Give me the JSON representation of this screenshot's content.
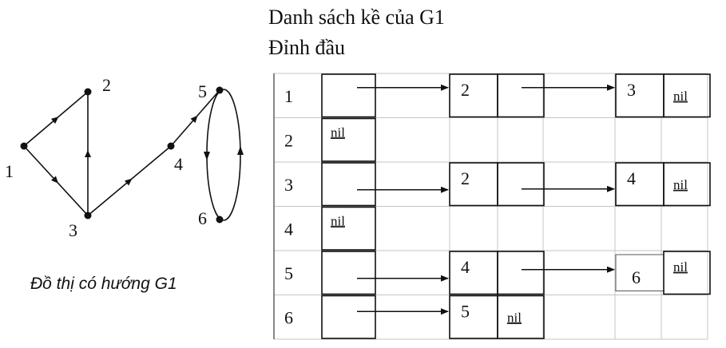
{
  "heading": {
    "line1": "Danh sách kề của G1",
    "line2": "Đỉnh đầu"
  },
  "graph": {
    "caption": "Đồ thị có hướng G1",
    "vertex_labels": [
      "1",
      "2",
      "3",
      "4",
      "5",
      "6"
    ],
    "directed_edges": [
      [
        "1",
        "2"
      ],
      [
        "1",
        "3"
      ],
      [
        "3",
        "2"
      ],
      [
        "3",
        "4"
      ],
      [
        "4",
        "5"
      ],
      [
        "5",
        "6"
      ],
      [
        "6",
        "5"
      ]
    ]
  },
  "adjacency_list": {
    "nil_label": "nil",
    "rows": [
      {
        "vertex": "1",
        "nodes": [
          "2",
          "3"
        ]
      },
      {
        "vertex": "2",
        "nodes": []
      },
      {
        "vertex": "3",
        "nodes": [
          "2",
          "4"
        ]
      },
      {
        "vertex": "4",
        "nodes": []
      },
      {
        "vertex": "5",
        "nodes": [
          "4",
          "6"
        ]
      },
      {
        "vertex": "6",
        "nodes": [
          "5"
        ]
      }
    ]
  }
}
